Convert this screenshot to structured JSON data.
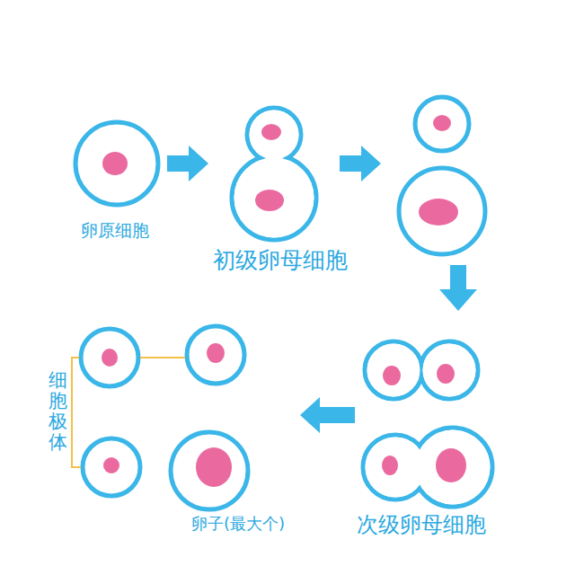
{
  "diagram": {
    "nodes": [
      {
        "text": [
          "卵原细胞"
        ]
      },
      {
        "text": [
          "初级卵母细胞"
        ]
      },
      {
        "text": [
          "次级卵母细胞"
        ]
      },
      {
        "text": [
          "卵子(最大个)"
        ]
      }
    ],
    "edges": [
      {
        "from": 0,
        "to": 1,
        "arrow": "to"
      },
      {
        "from": 2,
        "to": 3,
        "arrow": "to"
      }
    ],
    "labels": [
      "细胞极体"
    ]
  }
}
